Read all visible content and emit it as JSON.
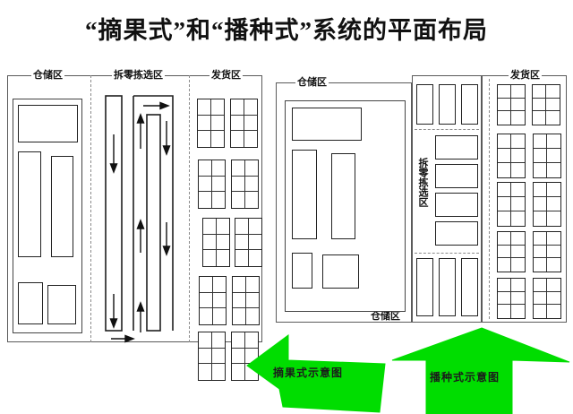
{
  "page": {
    "title": "“摘果式”和“播种式”系统的平面布局",
    "background": "#ffffff",
    "accent_green": "#00dd00",
    "line_color": "#222222"
  },
  "left_diagram": {
    "name": "摘果式",
    "zones": [
      {
        "label": "仓储区",
        "kind": "storage"
      },
      {
        "label": "拆零拣选区",
        "kind": "picking"
      },
      {
        "label": "发货区",
        "kind": "shipping"
      }
    ],
    "storage_racks": [
      {
        "id": "wide-top"
      },
      {
        "id": "tall-left"
      },
      {
        "id": "tall-right"
      },
      {
        "id": "small-left"
      },
      {
        "id": "small-right"
      }
    ],
    "picking_path": {
      "type": "serpentine",
      "arrows": [
        {
          "dir": "down"
        },
        {
          "dir": "right"
        },
        {
          "dir": "up"
        },
        {
          "dir": "down"
        },
        {
          "dir": "up"
        },
        {
          "dir": "down"
        },
        {
          "dir": "down"
        },
        {
          "dir": "up"
        },
        {
          "dir": "right"
        }
      ]
    },
    "shipping_grid": {
      "rows": 5,
      "cols": 2,
      "cell_rows": 3,
      "cell_cols": 2
    }
  },
  "right_diagram": {
    "name": "播种式",
    "zones": [
      {
        "label": "仓储区",
        "kind": "storage-top"
      },
      {
        "label": "仓储区",
        "kind": "storage-bottom"
      },
      {
        "label": "拆零拣选区",
        "kind": "picking"
      },
      {
        "label": "发货区",
        "kind": "shipping"
      }
    ],
    "storage_racks": [
      {
        "id": "wide-top"
      },
      {
        "id": "tall-left"
      },
      {
        "id": "tall-right"
      },
      {
        "id": "small-left"
      },
      {
        "id": "small-right"
      }
    ],
    "middle_top_racks": [
      {
        "id": "m1"
      },
      {
        "id": "m2"
      },
      {
        "id": "m3"
      }
    ],
    "picking_racks": [
      {
        "id": "p1"
      },
      {
        "id": "p2"
      },
      {
        "id": "p3"
      },
      {
        "id": "p4"
      }
    ],
    "middle_bottom_racks": [
      {
        "id": "b1"
      },
      {
        "id": "b2"
      },
      {
        "id": "b3"
      }
    ],
    "shipping_grid": {
      "rows": 5,
      "cols": 2,
      "cell_rows": 3,
      "cell_cols": 2
    }
  },
  "callouts": {
    "left": {
      "label": "摘果式示意图",
      "direction": "left",
      "color": "#00dd00"
    },
    "right": {
      "label": "播种式示意图",
      "direction": "up",
      "color": "#00dd00"
    }
  }
}
